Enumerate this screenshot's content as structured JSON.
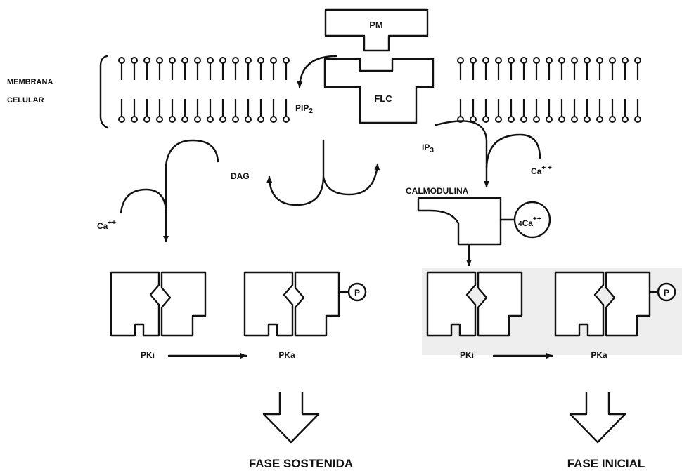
{
  "labels": {
    "membrana_line1": "MEMBRANA",
    "membrana_line2": "CELULAR",
    "pm": "PM",
    "flc": "FLC",
    "pip2": "PIP",
    "pip2_sub": "2",
    "ip3": "IP",
    "ip3_sub": "3",
    "dag": "DAG",
    "ca_left": "Ca",
    "ca_left_sup": "++",
    "ca_right": "Ca",
    "ca_right_sup": "+ +",
    "calmodulina": "CALMODULINA",
    "calmodulina_ca_coef": "4",
    "calmodulina_ca": "Ca",
    "calmodulina_ca_sup": "++",
    "phosphate": "P",
    "pki": "PKi",
    "pka": "PKa",
    "fase_sostenida": "FASE SOSTENIDA",
    "fase_inicial": "FASE INICIAL"
  },
  "colors": {
    "ink": "#111111",
    "right_panel_shade": "#eeeeee"
  }
}
